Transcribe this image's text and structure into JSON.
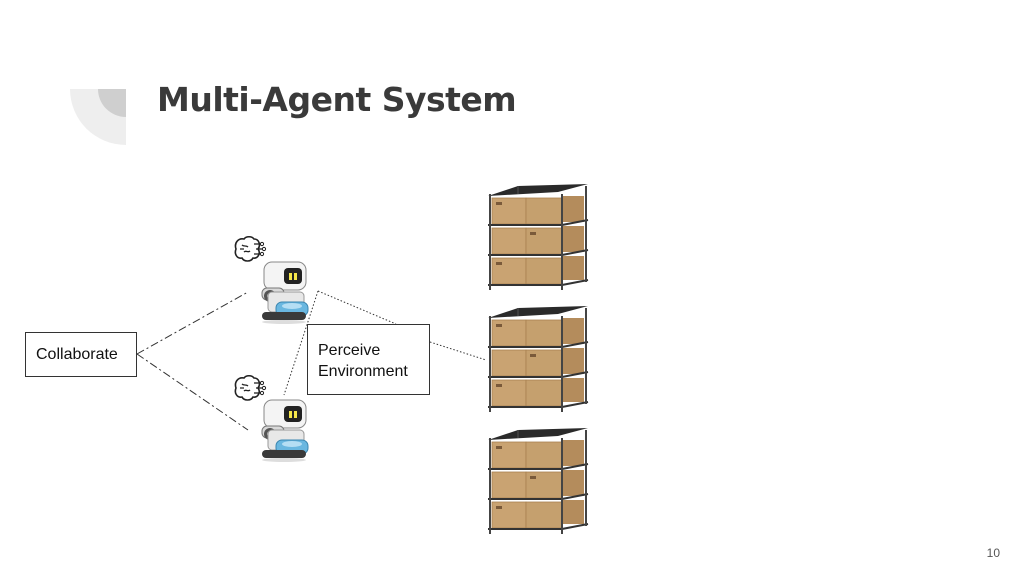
{
  "slide": {
    "title": "Multi-Agent System",
    "page_number": "10"
  },
  "labels": {
    "collaborate": "Collaborate",
    "perceive_line1": "Perceive",
    "perceive_line2": "Environment"
  },
  "icons": {
    "brain": "brain-circuit-icon",
    "robot": "robot-icon",
    "shelf": "warehouse-shelf-icon"
  },
  "colors": {
    "title": "#3a3a3a",
    "box_border": "#333333",
    "deco_light": "#eeeeee",
    "deco_mid": "#cfcfcf",
    "cardboard": "#c9a372",
    "cardboard_dark": "#a8804f",
    "robot_blue": "#6ab7e0",
    "robot_led": "#f4e64a"
  }
}
